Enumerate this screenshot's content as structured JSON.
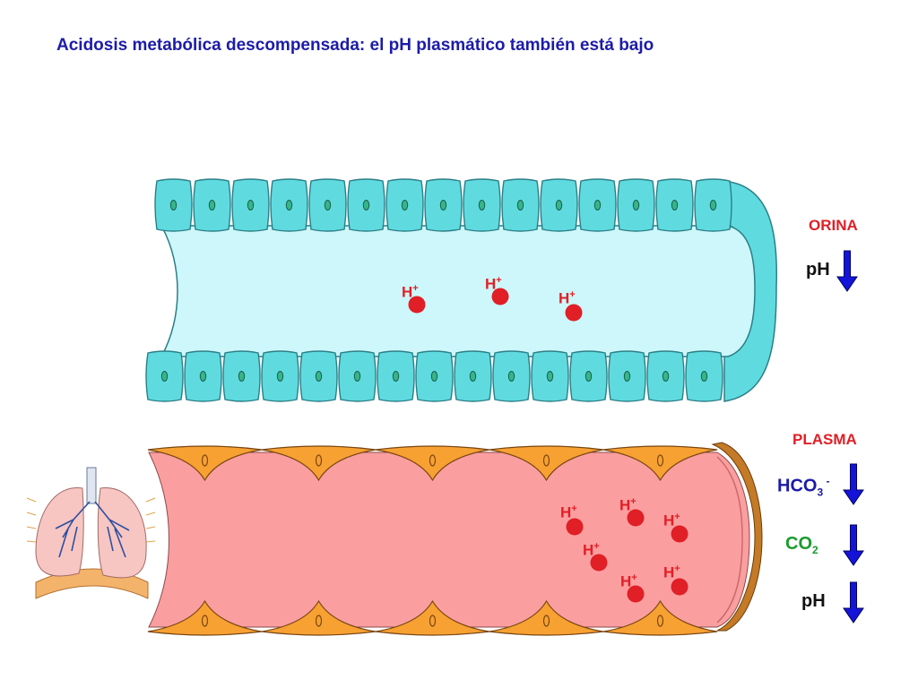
{
  "title": "Acidosis metabólica descompensada: el pH plasmático también está bajo",
  "labels": {
    "orina": "ORINA",
    "ph_urine": "pH",
    "plasma": "PLASMA",
    "hco3_base": "HCO",
    "hco3_sub": "3",
    "hco3_sup": " -",
    "co2_base": "CO",
    "co2_sub": "2",
    "ph_plasma": "pH"
  },
  "ion": {
    "base": "H",
    "sup": "+"
  },
  "colors": {
    "title": "#1c1ca8",
    "label_red": "#e01f26",
    "label_blue": "#1c1ca8",
    "label_green": "#1a9b2e",
    "cell_fill": "#5fdbe0",
    "tubule_lumen": "#cdf7fa",
    "vessel_lumen": "#fb9ea0",
    "endothelium": "#f7a133",
    "arrow": "#1414d8",
    "ion": "#e01f26"
  },
  "icons": {
    "arrows": [
      "down-arrow-icon",
      "down-arrow-icon",
      "down-arrow-icon",
      "down-arrow-icon"
    ],
    "lungs": "lungs-icon"
  }
}
